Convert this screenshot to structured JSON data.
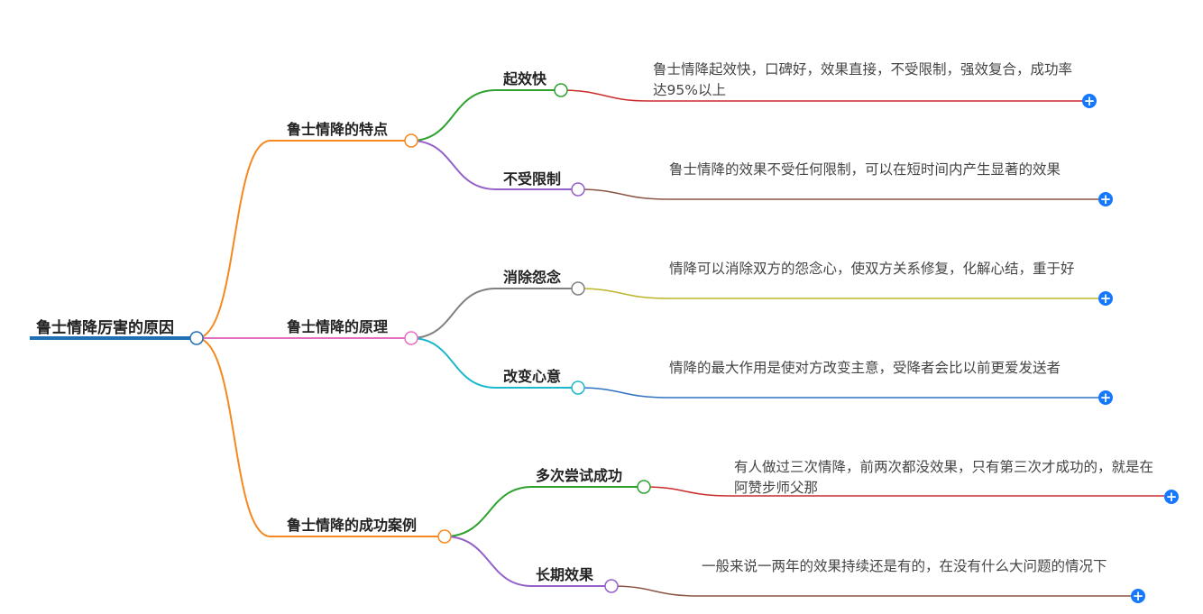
{
  "root": {
    "label": "鲁士情降厉害的原因"
  },
  "branches": [
    {
      "label": "鲁士情降的特点",
      "children": [
        {
          "label": "起效快",
          "text": "鲁士情降起效快，口碑好，效果直接，不受限制，强效复合，成功率达95%以上"
        },
        {
          "label": "不受限制",
          "text": "鲁士情降的效果不受任何限制，可以在短时间内产生显著的效果"
        }
      ]
    },
    {
      "label": "鲁士情降的原理",
      "children": [
        {
          "label": "消除怨念",
          "text": "情降可以消除双方的怨念心，使双方关系修复，化解心结，重于好"
        },
        {
          "label": "改变心意",
          "text": "情降的最大作用是使对方改变主意，受降者会比以前更爱发送者"
        }
      ]
    },
    {
      "label": "鲁士情降的成功案例",
      "children": [
        {
          "label": "多次尝试成功",
          "text": "有人做过三次情降，前两次都没效果，只有第三次才成功的，就是在阿赞步师父那"
        },
        {
          "label": "长期效果",
          "text": "一般来说一两年的效果持续还是有的，在没有什么大问题的情况下"
        }
      ]
    }
  ],
  "colors": {
    "root_line": "#1f6fb5",
    "branch_orange": "#f5891f",
    "branch_pink": "#e56fbf",
    "green": "#2ea12e",
    "purple": "#9461c9",
    "gray": "#808080",
    "cyan": "#1bb8cc",
    "red": "#cc2b2b",
    "brown": "#8a5544",
    "olive": "#bcb52a",
    "blue": "#2f72c2",
    "plus": "#1677ff"
  },
  "icons": {
    "expand": "plus-circle-icon"
  },
  "plus_symbol": "+"
}
